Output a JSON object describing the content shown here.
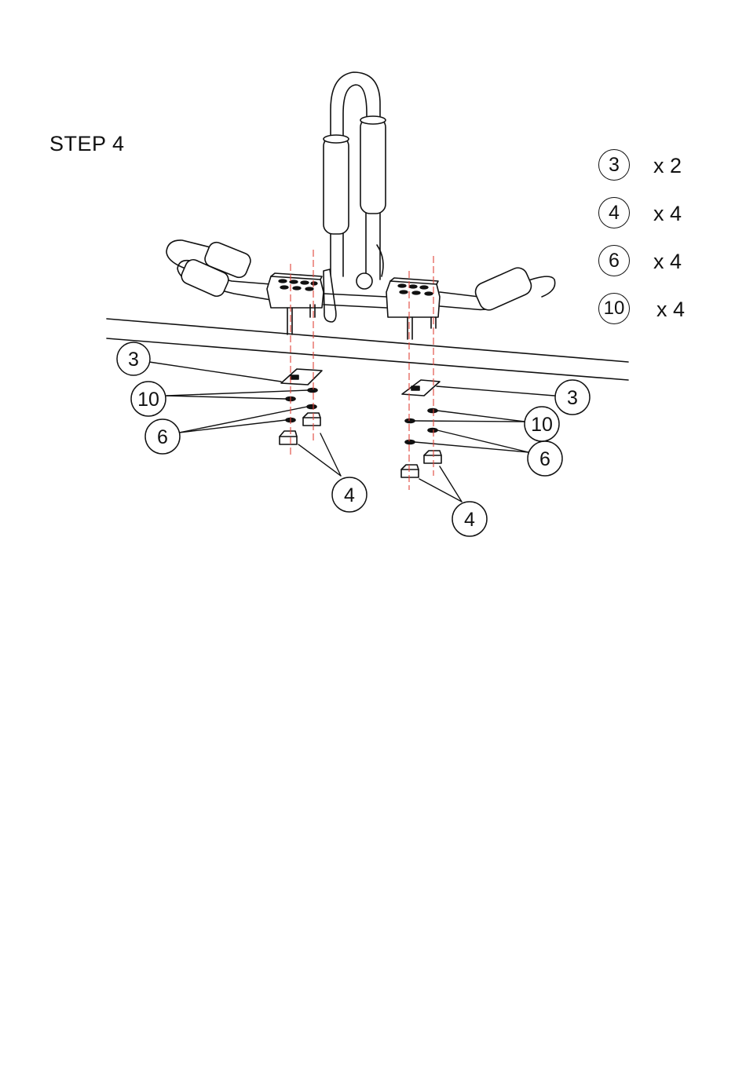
{
  "step_title": "STEP 4",
  "parts_legend": [
    {
      "part": "3",
      "qty": "x 2"
    },
    {
      "part": "4",
      "qty": "x 4"
    },
    {
      "part": "6",
      "qty": "x 4"
    },
    {
      "part": "10",
      "qty": "x 4"
    }
  ],
  "callouts_left": {
    "p3": "3",
    "p10": "10",
    "p6": "6",
    "p4": "4"
  },
  "callouts_right": {
    "p3": "3",
    "p10": "10",
    "p6": "6",
    "p4": "4"
  },
  "colors": {
    "line": "#111111",
    "guide": "#e0433a"
  }
}
